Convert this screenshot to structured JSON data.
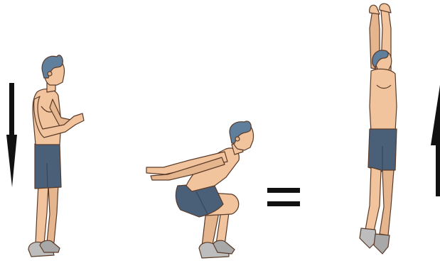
{
  "illustration": {
    "phases": [
      {
        "id": "stand",
        "arrow": "down-arrow-icon",
        "figure": "standing-figure"
      },
      {
        "id": "squat",
        "arrow": "",
        "figure": "squatting-figure"
      },
      {
        "id": "jump",
        "arrow": "up-arrow-icon",
        "figure": "jumping-figure"
      }
    ],
    "colors": {
      "skin": "#F2C49E",
      "skin_shadow": "#D9A27C",
      "outline": "#5a3a28",
      "hair": "#5F7F9C",
      "shorts": "#4A5F78",
      "shorts_dark": "#36475C",
      "shoes": "#BDBDBD",
      "arrow": "#111111",
      "equals": "#111111",
      "background": "#FFFFFF"
    }
  }
}
